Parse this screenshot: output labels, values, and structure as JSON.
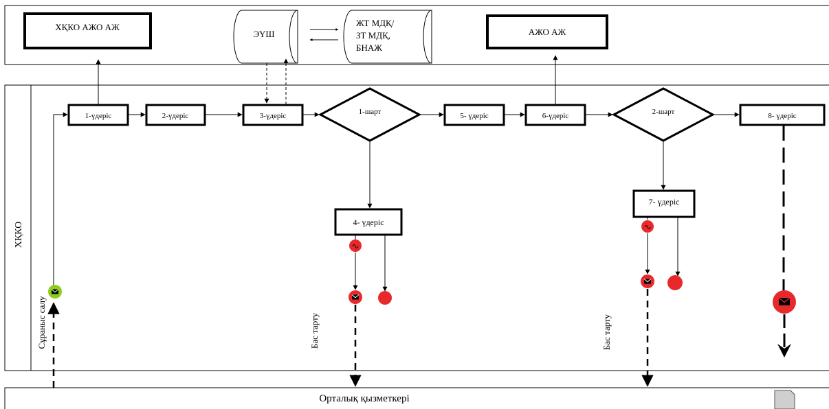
{
  "lanes": {
    "top": "",
    "middle": "ХҚКО",
    "bottom": "Орталық қызметкері"
  },
  "systems": {
    "hkko_azho": "ХҚКО АЖО АЖ",
    "eush": "ЭҮШ",
    "registry": [
      "ЖТ МДҚ/",
      "ЗТ МДҚ,",
      "БНАЖ"
    ],
    "azho": "АЖО АЖ"
  },
  "processes": {
    "p1": "1-үдеріс",
    "p2": "2-үдеріс",
    "p3": "3-үдеріс",
    "p4": "4- үдеріс",
    "p5": "5- үдеріс",
    "p6": "6-үдеріс",
    "p7": "7- үдеріс",
    "p8": "8- үдеріс"
  },
  "conditions": {
    "c1": "1-шарт",
    "c2": "2-шарт"
  },
  "labels": {
    "request": "Сұраныс салу",
    "refusal1": "Бас тарту",
    "refusal2": "Бас тарту"
  },
  "colors": {
    "start_event": "#8ccf1a",
    "end_event": "#e8292b",
    "line": "#000000"
  },
  "icons": {
    "message": "envelope-icon",
    "timer": "timer-icon"
  }
}
